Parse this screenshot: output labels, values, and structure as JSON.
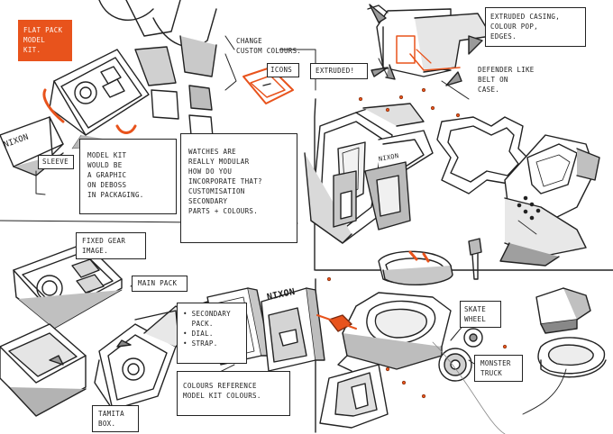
{
  "notes": {
    "flat_pack": "FLAT PACK\nMODEL\nKIT.",
    "change_colours": "CHANGE\nCUSTOM COLOURS.",
    "extruded_casing": "EXTRUDED CASING,\nCOLOUR POP,\nEDGES.",
    "defender_like": "DEFENDER LIKE\nBELT ON\nCASE.",
    "extruded": "EXTRUDED!",
    "icons": "ICONS",
    "sleeve": "SLEEVE",
    "model_kit_graphic": "MODEL KIT\nWOULD BE\nA GRAPHIC\nON DEBOSS\nIN PACKAGING.",
    "watches_modular": "WATCHES ARE\nREALLY MODULAR\nHOW DO YOU\nINCORPORATE THAT?\nCUSTOMISATION\nSECONDARY\nPARTS + COLOURS.",
    "fixed_gear_image": "FIXED GEAR\nIMAGE.",
    "main_pack": "MAIN PACK",
    "secondary_pack": "• SECONDARY\n  PACK.\n• DIAL.\n• STRAP.",
    "colours_reference": "COLOURS REFERENCE\nMODEL KIT COLOURS.",
    "skate_wheel": "SKATE\nWHEEL",
    "monster_truck": "MONSTER\nTRUCK",
    "tamita_box": "TAMITA\nBOX.",
    "nixon_logo": "NIXON",
    "nixon_logo_2": "NIXON",
    "nixon_logo_3": "NIXON"
  },
  "colors": {
    "accent": "#e8531c",
    "ink": "#1e1e1e",
    "shade": "#b8b8b8"
  }
}
